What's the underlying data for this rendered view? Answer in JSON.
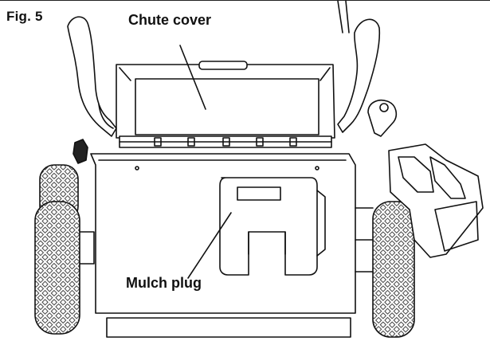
{
  "figure": {
    "label": "Fig. 5",
    "callouts": {
      "chute_cover": "Chute cover",
      "mulch_plug": "Mulch plug"
    }
  },
  "colors": {
    "line": "#111111",
    "tire_tread": "#9a9a9a",
    "panel": "#ffffff"
  }
}
